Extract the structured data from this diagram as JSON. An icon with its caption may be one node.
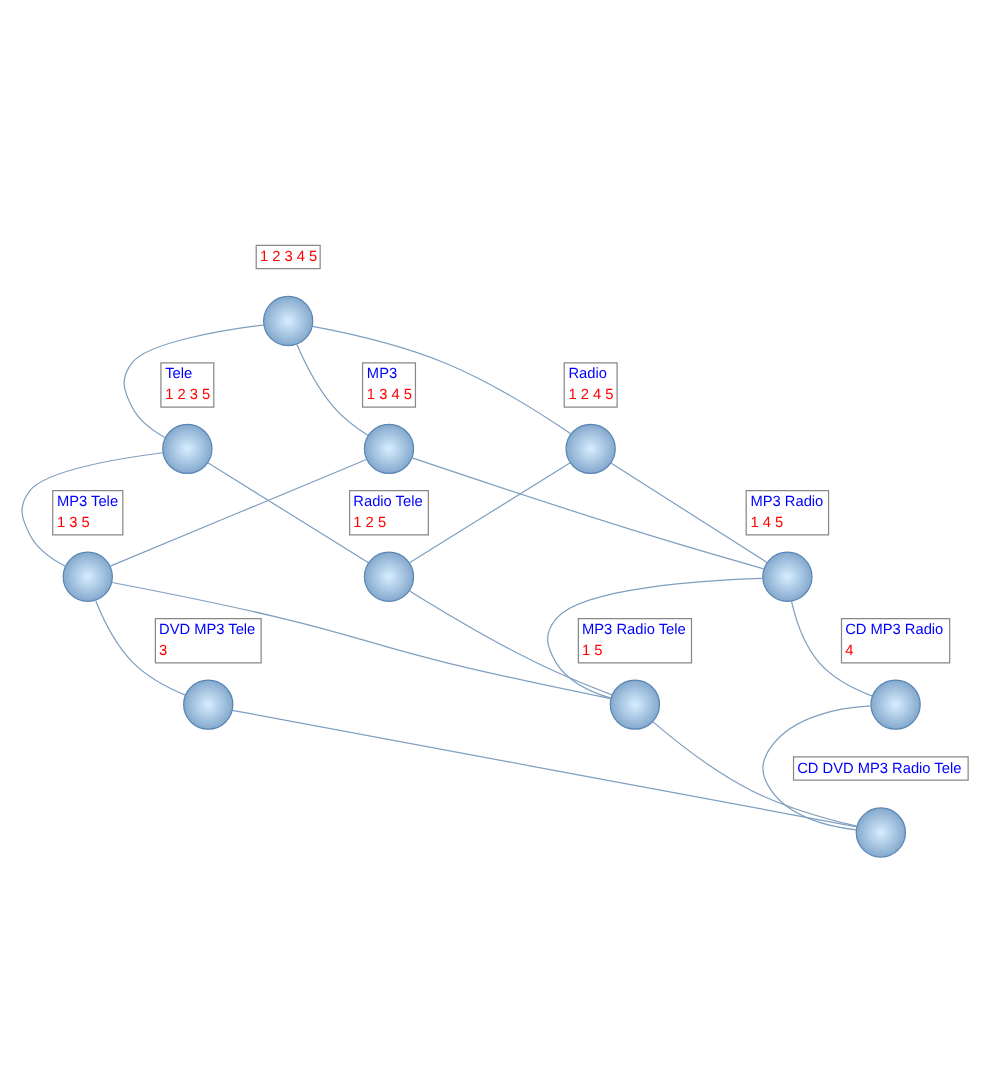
{
  "diagram": {
    "nodes": [
      {
        "text": [],
        "shape": "circle",
        "beside": [
          "1 2 3 4 5"
        ]
      },
      {
        "text": [],
        "shape": "circle",
        "beside": [
          "Tele",
          "1 2 3 5"
        ]
      },
      {
        "text": [],
        "shape": "circle",
        "beside": [
          "MP3",
          "1 3 4 5"
        ]
      },
      {
        "text": [],
        "shape": "circle",
        "beside": [
          "Radio",
          "1 2 4 5"
        ]
      },
      {
        "text": [],
        "shape": "circle",
        "beside": [
          "MP3 Tele",
          "1 3 5"
        ]
      },
      {
        "text": [],
        "shape": "circle",
        "beside": [
          "Radio Tele",
          "1 2 5"
        ]
      },
      {
        "text": [],
        "shape": "circle",
        "beside": [
          "MP3 Radio",
          "1 4 5"
        ]
      },
      {
        "text": [],
        "shape": "circle",
        "beside": [
          "DVD MP3 Tele",
          "3"
        ]
      },
      {
        "text": [],
        "shape": "circle",
        "beside": [
          "MP3 Radio Tele",
          "1 5"
        ]
      },
      {
        "text": [],
        "shape": "circle",
        "beside": [
          "CD MP3 Radio",
          "4"
        ]
      },
      {
        "text": [],
        "shape": "circle",
        "beside": [
          "CD DVD MP3 Radio Tele"
        ]
      }
    ],
    "edges": [
      {
        "from": 0,
        "to": 1,
        "arrow": "none"
      },
      {
        "from": 0,
        "to": 2,
        "arrow": "none"
      },
      {
        "from": 0,
        "to": 3,
        "arrow": "none"
      },
      {
        "from": 1,
        "to": 4,
        "arrow": "none"
      },
      {
        "from": 1,
        "to": 5,
        "arrow": "none"
      },
      {
        "from": 2,
        "to": 4,
        "arrow": "none"
      },
      {
        "from": 2,
        "to": 6,
        "arrow": "none"
      },
      {
        "from": 3,
        "to": 5,
        "arrow": "none"
      },
      {
        "from": 3,
        "to": 6,
        "arrow": "none"
      },
      {
        "from": 4,
        "to": 7,
        "arrow": "none"
      },
      {
        "from": 4,
        "to": 8,
        "arrow": "none"
      },
      {
        "from": 5,
        "to": 8,
        "arrow": "none"
      },
      {
        "from": 6,
        "to": 8,
        "arrow": "none"
      },
      {
        "from": 6,
        "to": 9,
        "arrow": "none"
      },
      {
        "from": 7,
        "to": 10,
        "arrow": "none"
      },
      {
        "from": 8,
        "to": 10,
        "arrow": "none"
      },
      {
        "from": 9,
        "to": 10,
        "arrow": "none"
      }
    ]
  }
}
